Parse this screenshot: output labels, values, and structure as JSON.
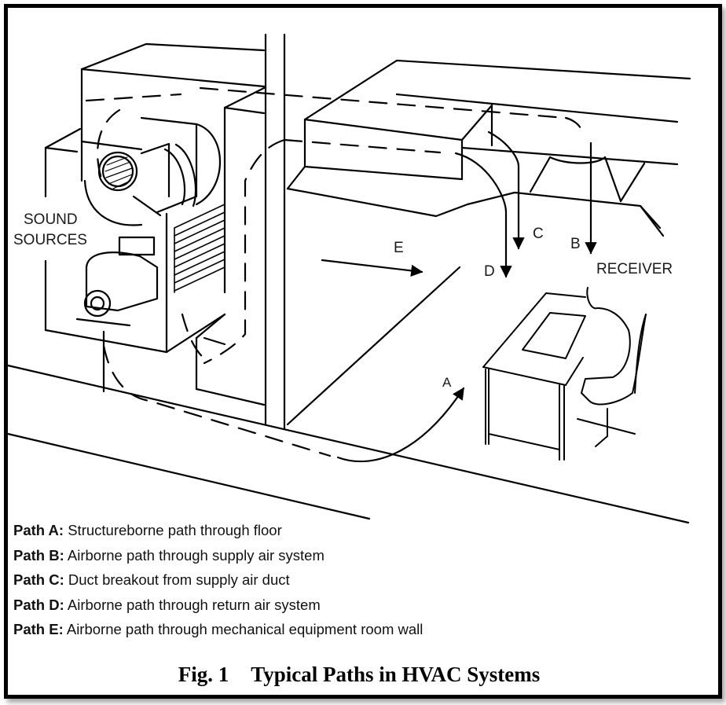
{
  "figure": {
    "number": "Fig. 1",
    "title": "Typical Paths in HVAC Systems"
  },
  "labels": {
    "sound_sources_line1": "SOUND",
    "sound_sources_line2": "SOURCES",
    "receiver": "RECEIVER",
    "path_a": "A",
    "path_b": "B",
    "path_c": "C",
    "path_d": "D",
    "path_e": "E"
  },
  "legend": [
    {
      "key": "Path A:",
      "text": "Structureborne path through floor"
    },
    {
      "key": "Path B:",
      "text": "Airborne path through supply air system"
    },
    {
      "key": "Path C:",
      "text": "Duct breakout from supply air duct"
    },
    {
      "key": "Path D:",
      "text": "Airborne path through return air system"
    },
    {
      "key": "Path E:",
      "text": "Airborne path through mechanical equipment room wall"
    }
  ],
  "colors": {
    "line": "#000000",
    "background": "#ffffff",
    "text": "#111111"
  }
}
